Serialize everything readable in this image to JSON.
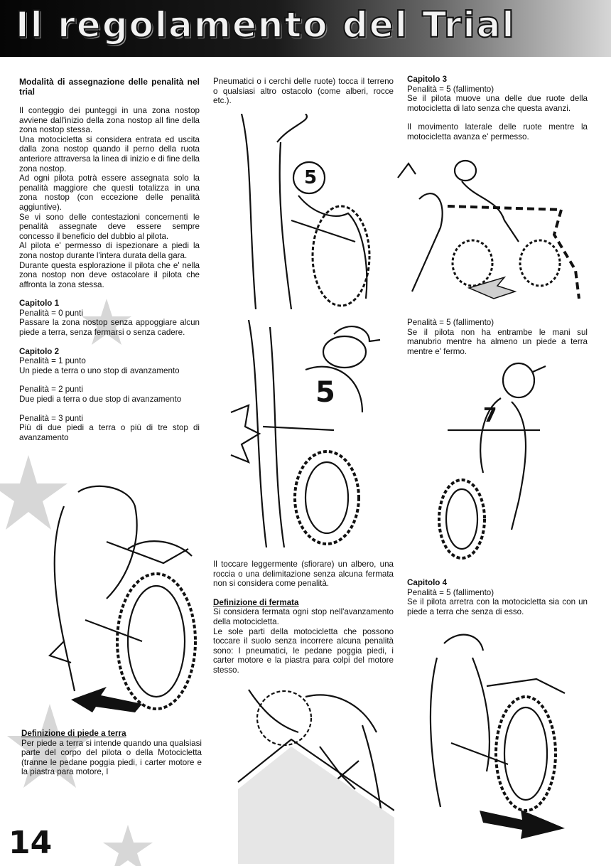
{
  "header": {
    "title": "Il regolamento del Trial"
  },
  "page_number": "14",
  "col1": {
    "lead": "Modalità di assegnazione delle penalità nel trial",
    "intro": [
      "Il conteggio dei punteggi in una zona nostop avviene dall'inizio della zona nostop all fine della zona nostop stessa.",
      "Una motocicletta si considera entrata ed uscita dalla zona nostop quando il perno della ruota anteriore attraversa la linea di inizio e di fine della zona nostop.",
      "Ad ogni pilota potrà essere assegnata solo la penalità maggiore che questi totalizza in una zona nostop (con eccezione delle penalità aggiuntive).",
      "Se vi sono delle contestazioni concernenti le penalità assegnate deve essere sempre concesso il beneficio del dubbio al pilota.",
      "Al pilota e' permesso di ispezionare a piedi la zona nostop durante l'intera durata della gara.",
      "Durante questa esplorazione il pilota che e' nella zona nostop non deve ostacolare il pilota che affronta la zona stessa."
    ],
    "cap1": {
      "title": "Capitolo 1",
      "penalty": "Penalità = 0 punti",
      "text": "Passare la zona nostop senza appoggiare alcun piede a terra, senza fermarsi o senza cadere."
    },
    "cap2": {
      "title": "Capitolo 2",
      "p1_penalty": "Penalità = 1 punto",
      "p1_text": "Un piede a terra o uno stop di avanzamento",
      "p2_penalty": "Penalità = 2 punti",
      "p2_text": "Due piedi a terra o due stop di avanzamento",
      "p3_penalty": "Penalità = 3 punti",
      "p3_text": "Più di due piedi a terra o più di tre stop di avanzamento"
    },
    "def_piede": {
      "title": "Definizione di piede a terra",
      "text": "Per piede a terra si intende quando una qualsiasi parte del corpo del pilota o della Motocicletta (tranne le pedane poggia piedi, i carter motore e la piastra para motore, I"
    }
  },
  "col2": {
    "cont": "Pneumatici o i cerchi delle ruote) tocca il terreno o qualsiasi altro ostacolo (come alberi, rocce etc.).",
    "note": "Il toccare leggermente (sfiorare) un albero, una roccia o una delimitazione senza alcuna fermata non si considera come penalità.",
    "def_fermata": {
      "title": "Definizione di fermata",
      "text1": "Si considera fermata ogni stop nell'avanzamento della motocicletta.",
      "text2": "Le sole parti della motocicletta che possono toccare il suolo senza incorrere alcuna penalità sono: I pneumatici, le pedane poggia piedi, i carter motore e la piastra para colpi del motore stesso."
    }
  },
  "col3": {
    "cap3": {
      "title": "Capitolo 3",
      "penalty": "Penalità = 5 (fallimento)",
      "text1": "Se il pilota muove una delle due ruote della motocicletta di lato senza che questa avanzi.",
      "text2": "Il movimento laterale delle ruote mentre la motocicletta avanza e' permesso."
    },
    "cap3b": {
      "penalty": "Penalità = 5 (fallimento)",
      "text": "Se il pilota non ha entrambe le mani sul manubrio mentre ha almeno un piede a terra mentre e' fermo."
    },
    "cap4": {
      "title": "Capitolo 4",
      "penalty": "Penalità = 5 (fallimento)",
      "text": "Se il pilota arretra con la motocicletta sia con un piede a terra che senza di esso."
    }
  },
  "illustrations": {
    "rider_tree_number": "5",
    "rider_stop_number": "5",
    "rider_hands_number": "7"
  }
}
